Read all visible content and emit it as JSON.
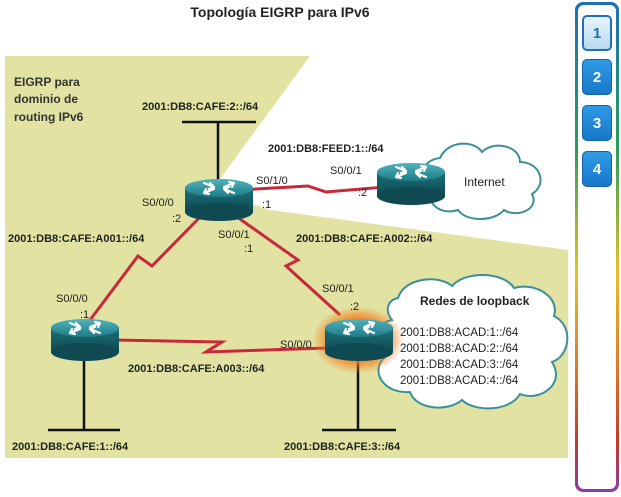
{
  "title": "Topología EIGRP para IPv6",
  "domain_label": [
    "EIGRP para",
    "dominio de",
    "routing IPv6"
  ],
  "networks": {
    "top": "2001:DB8:CAFE:2::/64",
    "left_bottom": "2001:DB8:CAFE:1::/64",
    "right_bottom": "2001:DB8:CAFE:3::/64",
    "feed": "2001:DB8:FEED:1::/64",
    "a001": "2001:DB8:CAFE:A001::/64",
    "a002": "2001:DB8:CAFE:A002::/64",
    "a003": "2001:DB8:CAFE:A003::/64"
  },
  "interfaces": {
    "r1_s000": "S0/0/0",
    "r1_s000_host": ":2",
    "r1_s010": "S0/1/0",
    "r1_s010_host": ":1",
    "r1_s001": "S0/0/1",
    "r1_s001_host": ":1",
    "isp_s001": "S0/0/1",
    "isp_host": ":2",
    "r2_s000": "S0/0/0",
    "r2_host": ":1",
    "r3_s001": "S0/0/1",
    "r3_s001_host": ":2",
    "r3_s000": "S0/0/0"
  },
  "internet_label": "Internet",
  "loopback": {
    "title": "Redes de loopback",
    "items": [
      "2001:DB8:ACAD:1::/64",
      "2001:DB8:ACAD:2::/64",
      "2001:DB8:ACAD:3::/64",
      "2001:DB8:ACAD:4::/64"
    ]
  },
  "nav": [
    "1",
    "2",
    "3",
    "4"
  ],
  "colors": {
    "domain_fill": "#e2e3a3",
    "link_red": "#c8283a",
    "router_teal": "#1f7b86",
    "highlight_orange": "#f07a1a"
  }
}
